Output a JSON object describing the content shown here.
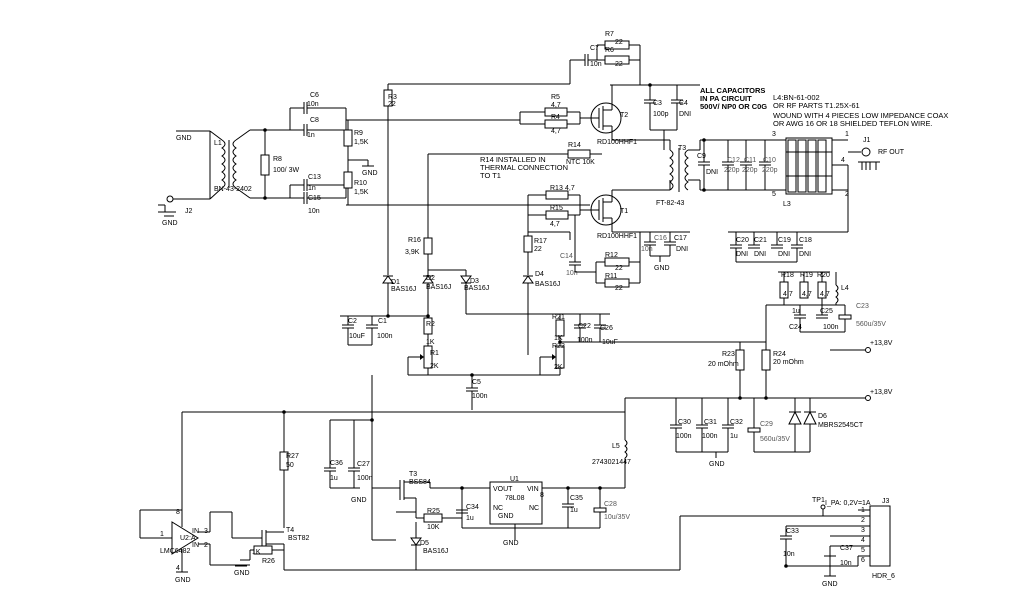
{
  "notes": {
    "caps_1": "ALL CAPACITORS",
    "caps_2": "IN PA CIRCUIT",
    "caps_3": "500V/ NP0 OR C0G",
    "l4_1": "L4:BN-61-002",
    "l4_2": "OR RF PARTS T1.25X-61",
    "wind_1": "WOUND WITH 4 PIECES LOW IMPEDANCE COAX",
    "wind_2": "OR AWG 16 OR 18 SHIELDED TEFLON WIRE.",
    "r14_1": "R14 INSTALLED IN",
    "r14_2": "THERMAL CONNECTION",
    "r14_3": "TO T1",
    "rf_out": "RF OUT",
    "ipa": "I_PA: 0,2V=1A",
    "v13_a": "+13,8V",
    "v13_b": "+13,8V"
  },
  "parts": {
    "R7": "R7",
    "R7v": "22",
    "R6": "R6",
    "R6v": "22",
    "C7": "C7",
    "C7v": "10n",
    "R5": "R5",
    "R5v": "4,7",
    "R4": "R4",
    "R4v": "4,7",
    "T2": "T2",
    "T2p": "RD100HHF1",
    "T1": "T1",
    "T1p": "RD100HHF1",
    "C3": "C3",
    "C3v": "100p",
    "C4": "C4",
    "C4v": "DNI",
    "C6": "C6",
    "C6v": "10n",
    "C8": "C8",
    "C8v": "1n",
    "C13": "C13",
    "C13v": "1n",
    "C15": "C15",
    "C15v": "10n",
    "L1": "L1",
    "L1p": "BN-43-2402",
    "R8": "R8",
    "R8v": "100/ 3W",
    "R3": "R3",
    "R3v": "22",
    "R9": "R9",
    "R9v": "1,5K",
    "R10": "R10",
    "R10v": "1,5K",
    "J2": "J2",
    "J1": "J1",
    "R14": "R14",
    "R14v": "NTC 10K",
    "R13": "R13",
    "R13v": "4,7",
    "R15": "R15",
    "R15v": "4,7",
    "T3n": "T3",
    "T3p": "FT-82-43",
    "C9": "C9",
    "C9v": "DNI",
    "C12": "C12",
    "C12v": "220p",
    "C11": "C11",
    "C11v": "220p",
    "C10": "C10",
    "C10v": "220p",
    "L3": "L3",
    "R16": "R16",
    "R16v": "3,9K",
    "R17": "R17",
    "R17v": "22",
    "C16": "C16",
    "C16v": "10n",
    "C17": "C17",
    "C17v": "DNI",
    "C14": "C14",
    "C14v": "10n",
    "R12": "R12",
    "R12v": "22",
    "R11": "R11",
    "R11v": "22",
    "C20": "C20",
    "C21": "C21",
    "C19": "C19",
    "C18": "C18",
    "DNI": "DNI",
    "R18": "R18",
    "R19": "R19",
    "R20": "R20",
    "R4_7": "4,7",
    "L4": "L4",
    "C23": "C23",
    "C23v": "560u/35V",
    "C24": "C24",
    "C24v": "1u",
    "C25": "C25",
    "C25v": "100n",
    "D1": "D1",
    "D2": "D2",
    "D3": "D3",
    "D4": "D4",
    "D5": "D5",
    "BAS16J": "BAS16J",
    "C2": "C2",
    "C2v": "10uF",
    "C1": "C1",
    "C1v": "100n",
    "R2": "R2",
    "R2v": "1K",
    "R1": "R1",
    "R1v": "2K",
    "R21": "R21",
    "R21v": "1K",
    "R22": "R22",
    "R22v": "2K",
    "C22": "C22",
    "C22v": "100n",
    "C26": "C26",
    "C26v": "10uF",
    "C5": "C5",
    "C5v": "100n",
    "R23": "R23",
    "R23v": "20 mOhm",
    "R24": "R24",
    "R24v": "20 mOhm",
    "C30": "C30",
    "C31": "C31",
    "C32": "C32",
    "C30v": "100n",
    "C32v": "1u",
    "C29": "C29",
    "C29v": "560u/35V",
    "D6": "D6",
    "D6p": "MBRS2545CT",
    "L5": "L5",
    "L5p": "2743021447",
    "R27": "R27",
    "R27v": "50",
    "C36": "C36",
    "C36v": "1u",
    "C27": "C27",
    "C27v": "100n",
    "T3": "T3",
    "T3m": "BSS84",
    "U1": "U1",
    "U1p": "78L08",
    "VOUT": "VOUT",
    "VIN": "VIN",
    "NC": "NC",
    "C34": "C34",
    "C34v": "1u",
    "C35": "C35",
    "C35v": "1u",
    "C28": "C28",
    "C28v": "10u/35V",
    "R25": "R25",
    "R25v": "10K",
    "U2": "U2:A",
    "U2p": "LMC6482",
    "IN3": "IN",
    "IN2": "IN",
    "T4": "T4",
    "T4p": "BST82",
    "R26": "R26",
    "R26v": "1K",
    "TP1": "TP1",
    "C33": "C33",
    "C33v": "10n",
    "C37": "C37",
    "C37v": "10n",
    "J3": "J3",
    "J3p": "HDR_6",
    "GND": "GND"
  }
}
